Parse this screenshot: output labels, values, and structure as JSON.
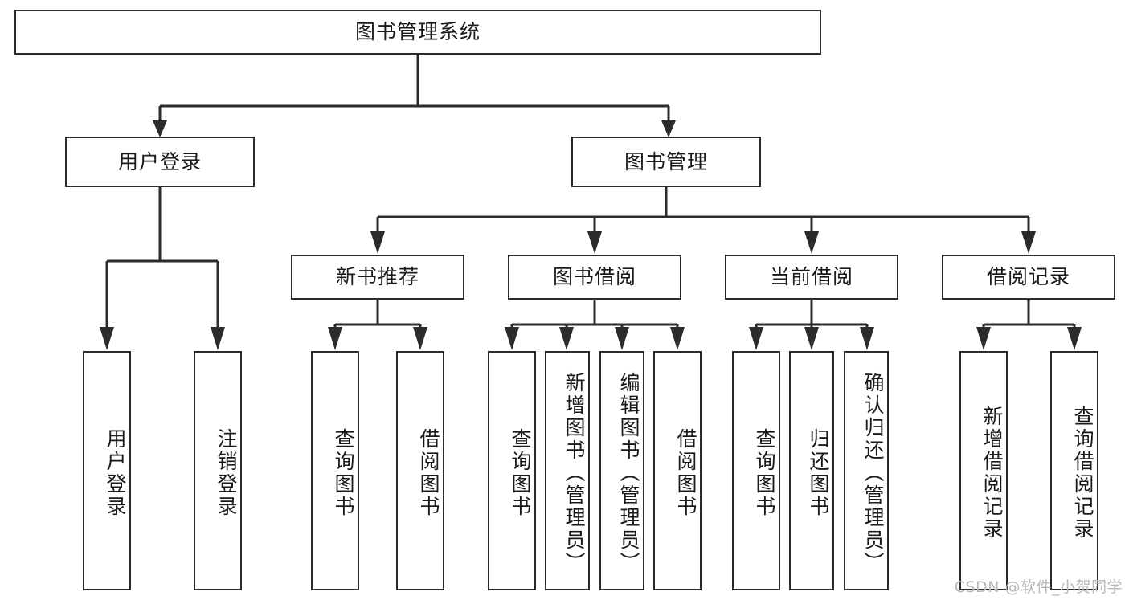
{
  "diagram": {
    "type": "tree-hierarchy-flowchart",
    "title": "图书管理系统",
    "line_color": "#2b2b2b",
    "box_fill": "#ffffff",
    "text_color": "#1a1a1a",
    "levels": [
      {
        "level": 1,
        "nodes": [
          {
            "id": "root",
            "label": "图书管理系统",
            "orientation": "horizontal"
          }
        ]
      },
      {
        "level": 2,
        "nodes": [
          {
            "id": "login",
            "label": "用户登录",
            "orientation": "horizontal",
            "parent": "root"
          },
          {
            "id": "bookmgmt",
            "label": "图书管理",
            "orientation": "horizontal",
            "parent": "root"
          }
        ]
      },
      {
        "level": 3,
        "nodes": [
          {
            "id": "newbook",
            "label": "新书推荐",
            "orientation": "horizontal",
            "parent": "bookmgmt"
          },
          {
            "id": "borrow",
            "label": "图书借阅",
            "orientation": "horizontal",
            "parent": "bookmgmt"
          },
          {
            "id": "current",
            "label": "当前借阅",
            "orientation": "horizontal",
            "parent": "bookmgmt"
          },
          {
            "id": "records",
            "label": "借阅记录",
            "orientation": "horizontal",
            "parent": "bookmgmt"
          }
        ]
      },
      {
        "level": 4,
        "nodes": [
          {
            "id": "leaf1",
            "label": "用户登录",
            "orientation": "vertical",
            "parent": "login"
          },
          {
            "id": "leaf2",
            "label": "注销登录",
            "orientation": "vertical",
            "parent": "login"
          },
          {
            "id": "leaf3",
            "label": "查询图书",
            "orientation": "vertical",
            "parent": "newbook"
          },
          {
            "id": "leaf4",
            "label": "借阅图书",
            "orientation": "vertical",
            "parent": "newbook"
          },
          {
            "id": "leaf5",
            "label": "查询图书",
            "orientation": "vertical",
            "parent": "borrow"
          },
          {
            "id": "leaf6",
            "label": "新增图书（管理员）",
            "orientation": "vertical",
            "parent": "borrow"
          },
          {
            "id": "leaf7",
            "label": "编辑图书（管理员）",
            "orientation": "vertical",
            "parent": "borrow"
          },
          {
            "id": "leaf8",
            "label": "借阅图书",
            "orientation": "vertical",
            "parent": "borrow"
          },
          {
            "id": "leaf9",
            "label": "查询图书",
            "orientation": "vertical",
            "parent": "current"
          },
          {
            "id": "leaf10",
            "label": "归还图书",
            "orientation": "vertical",
            "parent": "current"
          },
          {
            "id": "leaf11",
            "label": "确认归还（管理员）",
            "orientation": "vertical",
            "parent": "current"
          },
          {
            "id": "leaf12",
            "label": "新增借阅记录",
            "orientation": "vertical",
            "parent": "records"
          },
          {
            "id": "leaf13",
            "label": "查询借阅记录",
            "orientation": "vertical",
            "parent": "records"
          }
        ]
      }
    ]
  },
  "watermark": {
    "text": "CSDN @软件_小贺同学"
  }
}
